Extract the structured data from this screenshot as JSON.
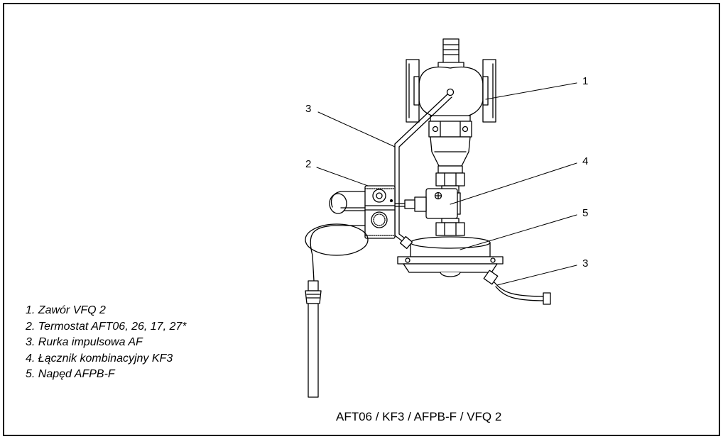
{
  "callouts": {
    "c1": "1",
    "c2": "2",
    "c3a": "3",
    "c3b": "3",
    "c4": "4",
    "c5": "5"
  },
  "legend": [
    "1. Zawór VFQ 2",
    "2. Termostat AFT06, 26, 17, 27*",
    "3. Rurka impulsowa AF",
    "4. Łącznik kombinacyjny KF3",
    "5. Napęd AFPB-F"
  ],
  "caption": "AFT06 / KF3 / AFPB-F / VFQ 2",
  "colors": {
    "line": "#000000",
    "fill": "#ffffff",
    "shade": "#e6e6e6"
  }
}
